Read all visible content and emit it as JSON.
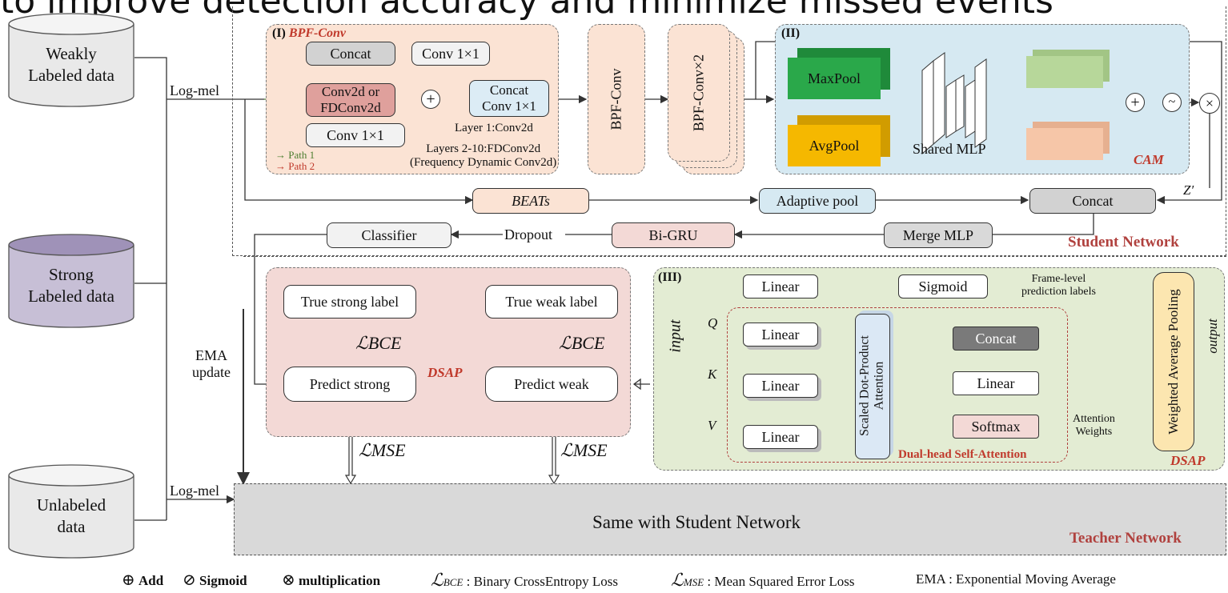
{
  "header_text": "to improve detection accuracy and minimize missed events",
  "inputs": {
    "weak": "Weakly\nLabeled data",
    "strong": "Strong\nLabeled data",
    "unlabeled": "Unlabeled\ndata"
  },
  "log_mel": "Log-mel",
  "log_mel_2": "Log-mel",
  "ema": "EMA\nupdate",
  "bpf": {
    "title": "(I) BPF-Conv",
    "concat": "Concat",
    "conv1x1_top": "Conv 1×1",
    "conv2d": "Conv2d or\nFDConv2d",
    "concat_conv": "Concat\nConv 1×1",
    "conv1x1_bottom": "Conv 1×1",
    "path1": "→ Path 1",
    "path2": "→ Path 2",
    "layer1": "Layer 1:Conv2d",
    "layers": "Layers 2-10:FDConv2d\n(Frequency Dynamic Conv2d)",
    "block1": "BPF-Conv",
    "block2": "BPF-Conv×2"
  },
  "cam": {
    "title": "(II)",
    "maxpool": "MaxPool",
    "avgpool": "AvgPool",
    "mlp": "Shared MLP",
    "name": "CAM"
  },
  "student_row": {
    "beats": "BEATs",
    "adaptive": "Adaptive pool",
    "concat": "Concat",
    "z": "Z′",
    "classifier": "Classifier",
    "dropout": "Dropout",
    "bigru": "Bi-GRU",
    "merge": "Merge MLP",
    "label": "Student Network"
  },
  "dsap_left": {
    "true_strong": "True strong label",
    "true_weak": "True weak label",
    "bce1": "BCE",
    "bce2": "BCE",
    "predict_strong": "Predict strong",
    "predict_weak": "Predict weak",
    "dsap": "DSAP",
    "mse1": "MSE",
    "mse2": "MSE"
  },
  "dsap_right": {
    "title": "(III)",
    "input": "input",
    "q": "Q",
    "k": "K",
    "v": "V",
    "linear_top": "Linear",
    "sigmoid": "Sigmoid",
    "frame": "Frame-level\nprediction labels",
    "linear_q": "Linear",
    "linear_k": "Linear",
    "linear_v": "Linear",
    "sdpa": "Scaled Dot-Product\nAttention",
    "concat": "Concat",
    "linear_mid": "Linear",
    "softmax": "Softmax",
    "attn_weights": "Attention\nWeights",
    "wap": "Weighted Average Pooling",
    "output": "output",
    "dual": "Dual-head Self-Attention",
    "dsap": "DSAP"
  },
  "teacher": {
    "same": "Same with Student Network",
    "label": "Teacher Network"
  },
  "legend": {
    "add": "Add",
    "sigmoid": "Sigmoid",
    "mult": "multiplication",
    "bce_sub": "BCE",
    "bce": " : Binary CrossEntropy Loss",
    "mse_sub": "MSE",
    "mse": " : Mean Squared Error Loss",
    "ema": "EMA : Exponential Moving Average"
  },
  "colors": {
    "bpf_bg": "#fbe3d4",
    "cam_bg": "#d6e9f2",
    "dsap_left_bg": "#f3d9d6",
    "dsap_right_bg": "#e3ecd3",
    "maxpool": "#2aa84a",
    "avgpool": "#f5b800",
    "teacher_bg": "#d9d9d9",
    "red": "#c0392b",
    "green": "#4b7d2f"
  }
}
